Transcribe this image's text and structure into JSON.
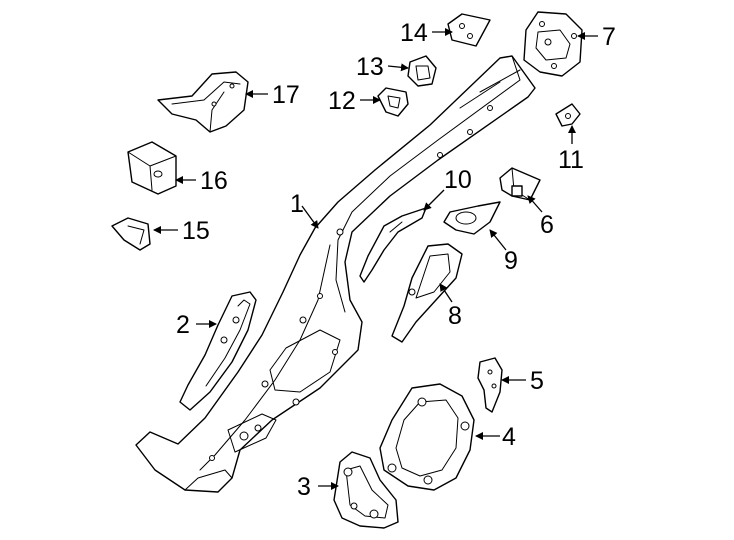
{
  "diagram": {
    "callouts": [
      {
        "id": "1",
        "label": "1"
      },
      {
        "id": "2",
        "label": "2"
      },
      {
        "id": "3",
        "label": "3"
      },
      {
        "id": "4",
        "label": "4"
      },
      {
        "id": "5",
        "label": "5"
      },
      {
        "id": "6",
        "label": "6"
      },
      {
        "id": "7",
        "label": "7"
      },
      {
        "id": "8",
        "label": "8"
      },
      {
        "id": "9",
        "label": "9"
      },
      {
        "id": "10",
        "label": "10"
      },
      {
        "id": "11",
        "label": "11"
      },
      {
        "id": "12",
        "label": "12"
      },
      {
        "id": "13",
        "label": "13"
      },
      {
        "id": "14",
        "label": "14"
      },
      {
        "id": "15",
        "label": "15"
      },
      {
        "id": "16",
        "label": "16"
      },
      {
        "id": "17",
        "label": "17"
      }
    ]
  }
}
